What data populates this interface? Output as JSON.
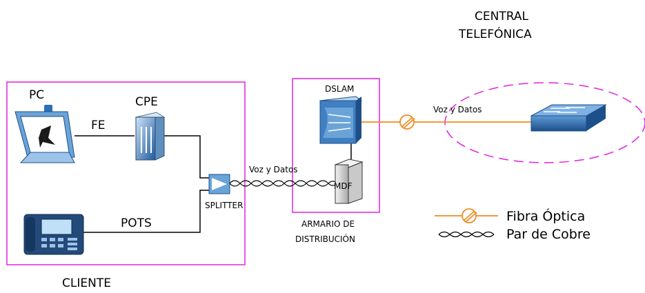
{
  "central": {
    "line1": "CENTRAL",
    "line2": "TELEFÓNICA"
  },
  "cliente": {
    "label": "CLIENTE",
    "pc_label": "PC",
    "cpe_label": "CPE",
    "fe_label": "FE",
    "pots_label": "POTS",
    "splitter_label": "SPLITTER"
  },
  "armario": {
    "line1": "ARMARIO DE",
    "line2": "DISTRIBUCIÓN",
    "dslam_label": "DSLAM",
    "mdf_label": "MDF"
  },
  "links": {
    "copper_label": "Voz y Datos",
    "fiber_label": "Voz y Datos"
  },
  "legend": {
    "fiber": "Fibra Óptica",
    "copper": "Par de Cobre"
  },
  "colors": {
    "box_border": "#e020e0",
    "fiber": "#f08a1e",
    "device_blue": "#2f6fb5",
    "line": "#000000"
  }
}
